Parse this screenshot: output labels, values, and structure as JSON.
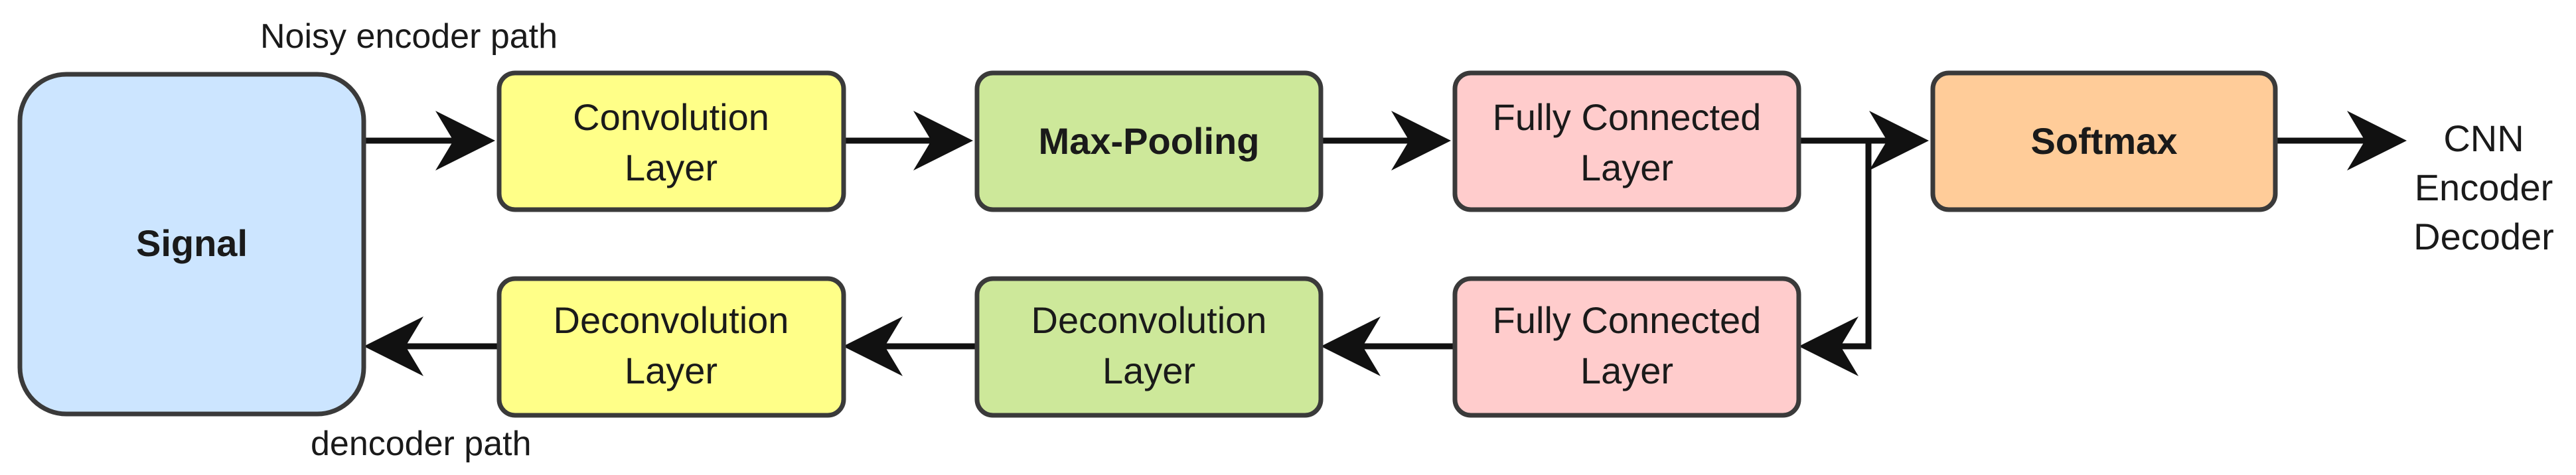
{
  "diagram": {
    "top_caption": "Noisy encoder path",
    "bottom_caption": "dencoder path",
    "output_label": [
      "CNN",
      "Encoder",
      "Decoder"
    ],
    "nodes": {
      "signal": {
        "lines": [
          "Signal"
        ],
        "color": "#cce5ff"
      },
      "conv": {
        "lines": [
          "Convolution",
          "Layer"
        ],
        "color": "#ffff88"
      },
      "maxpool": {
        "lines": [
          "Max-Pooling"
        ],
        "color": "#cde89a"
      },
      "fc_top": {
        "lines": [
          "Fully Connected",
          "Layer"
        ],
        "color": "#ffcccc"
      },
      "softmax": {
        "lines": [
          "Softmax"
        ],
        "color": "#ffcc99"
      },
      "deconv_yellow": {
        "lines": [
          "Deconvolution",
          "Layer"
        ],
        "color": "#ffff88"
      },
      "deconv_green": {
        "lines": [
          "Deconvolution",
          "Layer"
        ],
        "color": "#cde89a"
      },
      "fc_bottom": {
        "lines": [
          "Fully Connected",
          "Layer"
        ],
        "color": "#ffcccc"
      }
    }
  }
}
